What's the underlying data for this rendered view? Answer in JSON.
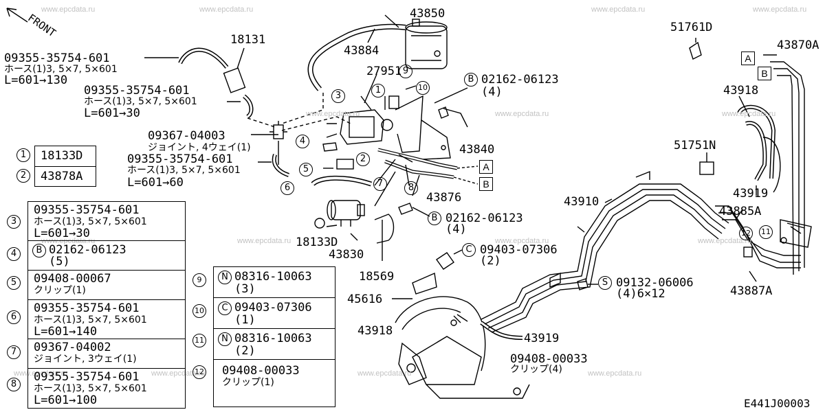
{
  "watermark": "www.epcdata.ru",
  "diagram_code": "E441J00003",
  "front_label": "FRONT",
  "labels": {
    "p43850": "43850",
    "p43884": "43884",
    "p18131": "18131",
    "p27951": "27951",
    "p43840": "43840",
    "p43876": "43876",
    "p18133D": "18133D",
    "p43830": "43830",
    "p18569": "18569",
    "p45616": "45616",
    "p43918a": "43918",
    "p43918b": "43918",
    "p43919a": "43919",
    "p43919b": "43919",
    "p43910": "43910",
    "p51761D": "51761D",
    "p51751N": "51751N",
    "p43870A": "43870A",
    "p43885A": "43885A",
    "p43887A": "43887A",
    "h1_pn": "09355-35754-601",
    "h1_desc": "ホース(1)3, 5×7, 5×601",
    "h1_len": "L=601→130",
    "h2_pn": "09355-35754-601",
    "h2_desc": "ホース(1)3, 5×7, 5×601",
    "h2_len": "L=601→30",
    "j1_pn": "09367-04003",
    "j1_desc": "ジョイント, 4ウェイ(1)",
    "h3_pn": "09355-35754-601",
    "h3_desc": "ホース(1)3, 5×7, 5×601",
    "h3_len": "L=601→60",
    "b1_pn": "02162-06123",
    "b1_qty": "(4)",
    "b2_pn": "02162-06123",
    "b2_qty": "(4)",
    "c1_pn": "09403-07306",
    "c1_qty": "(2)",
    "s1_pn": "09132-06006",
    "s1_qty": "(4)6×12",
    "cl1_pn": "09408-00033",
    "cl1_desc": "クリップ(4)",
    "tag_A": "A",
    "tag_B": "B",
    "tag_S": "S",
    "tag_C": "C",
    "tag_N": "N",
    "callout_1": "1",
    "callout_2": "2",
    "callout_3": "3",
    "callout_4": "4",
    "callout_5": "5",
    "callout_6": "6",
    "callout_7": "7",
    "callout_8": "8",
    "callout_9": "9",
    "callout_10": "10",
    "callout_11": "11",
    "callout_12": "12"
  },
  "legend_small": [
    {
      "num": "1",
      "pn": "18133D"
    },
    {
      "num": "2",
      "pn": "43878A"
    }
  ],
  "legend_left": [
    {
      "num": "3",
      "line1": "09355-35754-601",
      "line2": "ホース(1)3, 5×7, 5×601",
      "line3": "L=601→30"
    },
    {
      "num": "4",
      "tag": "B",
      "line1": "02162-06123",
      "line2": "(5)"
    },
    {
      "num": "5",
      "line1": "09408-00067",
      "line2": "クリップ(1)"
    },
    {
      "num": "6",
      "line1": "09355-35754-601",
      "line2": "ホース(1)3, 5×7, 5×601",
      "line3": "L=601→140"
    },
    {
      "num": "7",
      "line1": "09367-04002",
      "line2": "ジョイント, 3ウェイ(1)"
    },
    {
      "num": "8",
      "line1": "09355-35754-601",
      "line2": "ホース(1)3, 5×7, 5×601",
      "line3": "L=601→100"
    }
  ],
  "legend_mid": [
    {
      "num": "9",
      "tag": "N",
      "line1": "08316-10063",
      "line2": "(3)"
    },
    {
      "num": "10",
      "tag": "C",
      "line1": "09403-07306",
      "line2": "(1)"
    },
    {
      "num": "11",
      "tag": "N",
      "line1": "08316-10063",
      "line2": "(2)"
    },
    {
      "num": "12",
      "line1": "09408-00033",
      "line2": "クリップ(1)"
    }
  ]
}
